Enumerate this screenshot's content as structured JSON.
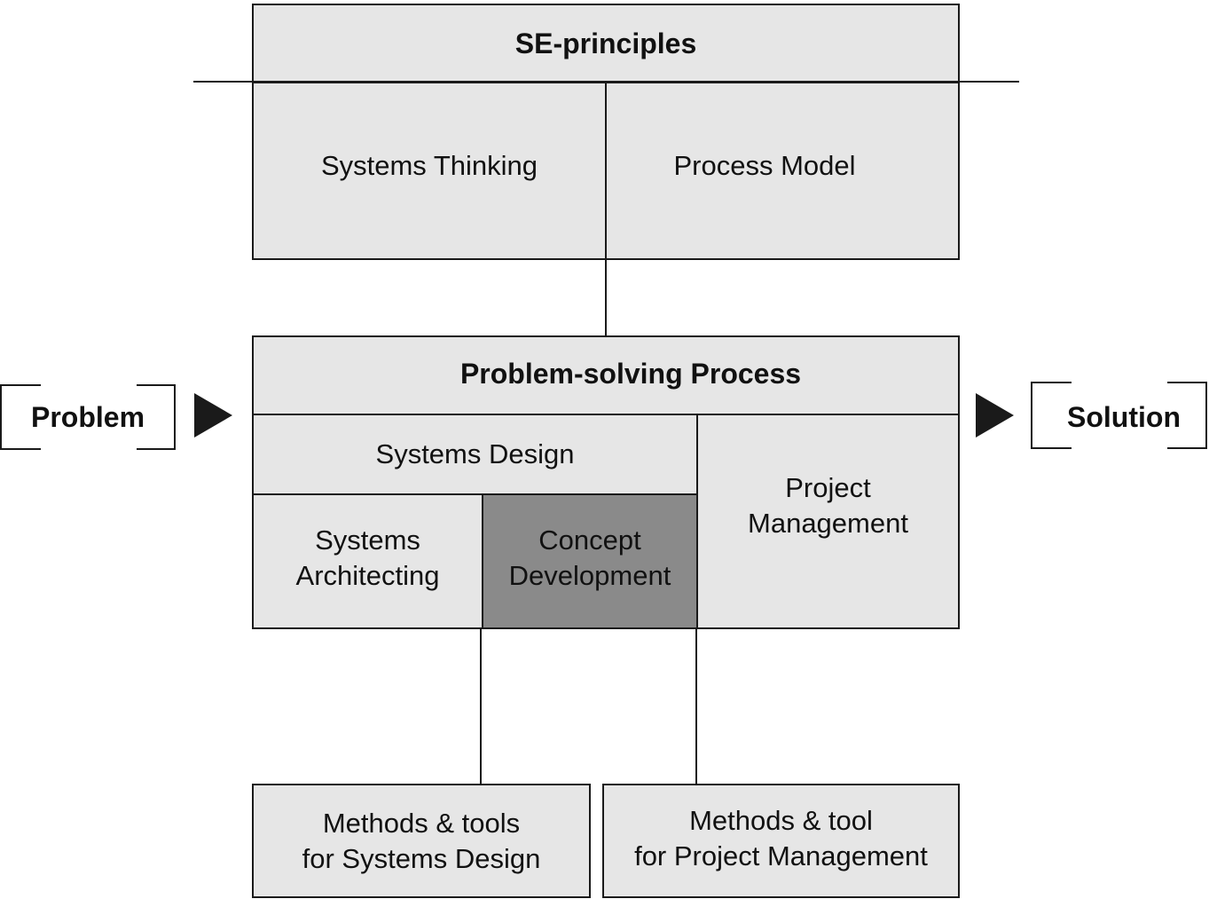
{
  "top": {
    "title": "SE-principles",
    "left": "Systems Thinking",
    "right": "Process Model"
  },
  "process": {
    "title": "Problem-solving Process",
    "systems_design": "Systems Design",
    "systems_architecting": "Systems\nArchitecting",
    "concept_development": "Concept\nDevelopment",
    "project_management": "Project\nManagement"
  },
  "io": {
    "input": "Problem",
    "output": "Solution"
  },
  "bottom": {
    "left": "Methods & tools\nfor Systems Design",
    "right": "Methods & tool\nfor Project Management"
  },
  "colors": {
    "box_fill": "#e6e6e6",
    "highlight_fill": "#8a8a8a",
    "stroke": "#1a1a1a"
  }
}
